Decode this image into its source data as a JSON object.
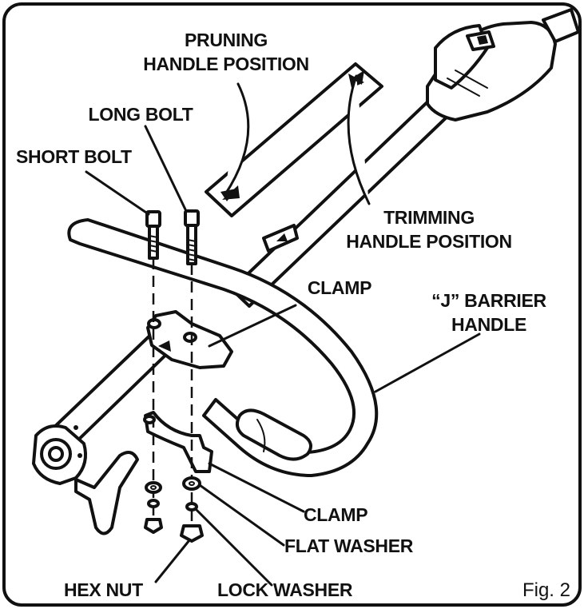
{
  "figure": {
    "caption": "Fig. 2"
  },
  "labels": {
    "pruning_position": [
      "PRUNING",
      "HANDLE POSITION"
    ],
    "long_bolt": "LONG BOLT",
    "short_bolt": "SHORT BOLT",
    "trimming_position": [
      "TRIMMING",
      "HANDLE POSITION"
    ],
    "clamp_upper": "CLAMP",
    "j_barrier_handle": [
      "“J” BARRIER",
      "HANDLE"
    ],
    "clamp_lower": "CLAMP",
    "flat_washer": "FLAT WASHER",
    "hex_nut": "HEX NUT",
    "lock_washer": "LOCK WASHER"
  }
}
